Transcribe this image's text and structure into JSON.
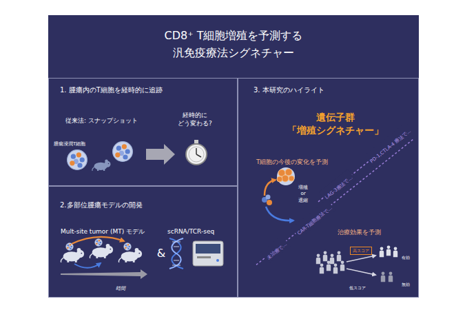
{
  "diagram": {
    "title": "CD8⁺ T細胞増殖を予測する 汎免疫療法シグネチャー",
    "nodes": [
      {
        "text": [
          "1. 腫瘍内のT細胞を経時的に追跡"
        ]
      },
      {
        "text": [
          "2.多部位腫瘍モデルの開発"
        ]
      },
      {
        "text": [
          "3. 本研究のハイライト"
        ]
      },
      {
        "text": [
          "高スコア"
        ],
        "in": 2
      }
    ],
    "labels": [
      "従来法: スナップショット",
      "腫瘍浸潤T細胞",
      "経時的に どう変わる?",
      "Mult-site tumor (MT) モデル",
      "scRNA/TCR-seq",
      "&",
      "時間",
      "遺伝子群 「増殖シグネチャー」",
      "T細胞の今後の変化を予測",
      "増殖 or 退縮",
      "LAG-3療法で...",
      "PD-1,CTLA-4 療法で...",
      "未治療で...",
      "CAR-T細胞療法で...",
      "治療効果を予測",
      "低スコア",
      "有効",
      "無効"
    ]
  }
}
